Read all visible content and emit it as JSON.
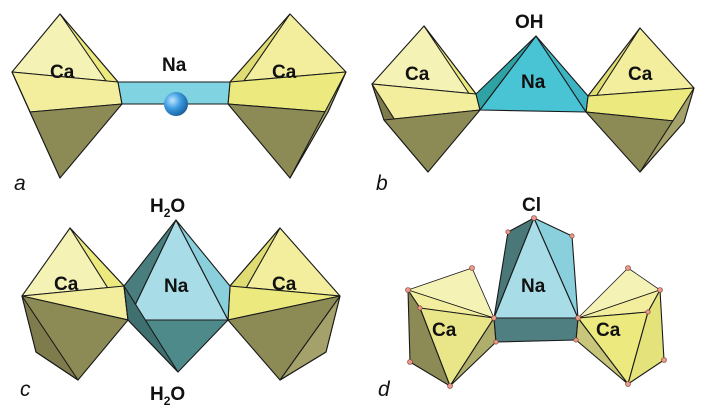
{
  "panels": [
    {
      "id": "a",
      "tag": "a",
      "labels": {
        "left": "Ca",
        "center": "Na",
        "right": "Ca"
      }
    },
    {
      "id": "b",
      "tag": "b",
      "labels": {
        "left": "Ca",
        "center": "Na",
        "right": "Ca",
        "top": "OH"
      }
    },
    {
      "id": "c",
      "tag": "c",
      "labels": {
        "left": "Ca",
        "center": "Na",
        "right": "Ca",
        "top_main": "H",
        "top_sub": "2",
        "top_end": "O",
        "bottom_main": "H",
        "bottom_sub": "2",
        "bottom_end": "O"
      }
    },
    {
      "id": "d",
      "tag": "d",
      "labels": {
        "left": "Ca",
        "center": "Na",
        "right": "Ca",
        "top": "Cl"
      }
    }
  ],
  "colors": {
    "ca_light": "#f2ee9e",
    "ca_yellow": "#ecea7e",
    "ca_olive": "#8c8a55",
    "ca_olive_light": "#a4a26a",
    "na_light": "#a8dde8",
    "na_cyan": "#48c4d4",
    "na_teal": "#3a9a9a",
    "na_dark": "#4a7878",
    "sphere": "#2a8ad0"
  }
}
